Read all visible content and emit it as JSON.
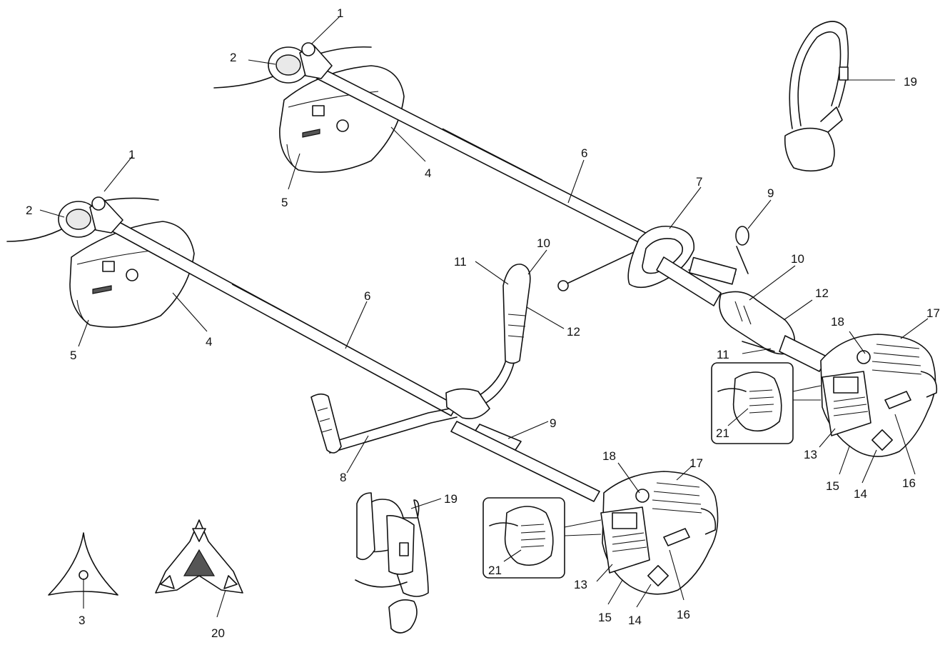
{
  "labels": [
    {
      "id": "t1",
      "text": "1"
    },
    {
      "id": "t2",
      "text": "2"
    },
    {
      "id": "t4",
      "text": "4"
    },
    {
      "id": "t5",
      "text": "5"
    },
    {
      "id": "t6",
      "text": "6"
    },
    {
      "id": "t7",
      "text": "7"
    },
    {
      "id": "t9",
      "text": "9"
    },
    {
      "id": "t10",
      "text": "10"
    },
    {
      "id": "t11",
      "text": "11"
    },
    {
      "id": "t12",
      "text": "12"
    },
    {
      "id": "t13",
      "text": "13"
    },
    {
      "id": "t14",
      "text": "14"
    },
    {
      "id": "t15",
      "text": "15"
    },
    {
      "id": "t16",
      "text": "16"
    },
    {
      "id": "t17",
      "text": "17"
    },
    {
      "id": "t18",
      "text": "18"
    },
    {
      "id": "t19",
      "text": "19"
    },
    {
      "id": "t21",
      "text": "21"
    },
    {
      "id": "b1",
      "text": "1"
    },
    {
      "id": "b2",
      "text": "2"
    },
    {
      "id": "b3",
      "text": "3"
    },
    {
      "id": "b4",
      "text": "4"
    },
    {
      "id": "b5",
      "text": "5"
    },
    {
      "id": "b6",
      "text": "6"
    },
    {
      "id": "b8",
      "text": "8"
    },
    {
      "id": "b9",
      "text": "9"
    },
    {
      "id": "b10",
      "text": "10"
    },
    {
      "id": "b11",
      "text": "11"
    },
    {
      "id": "b12",
      "text": "12"
    },
    {
      "id": "b13",
      "text": "13"
    },
    {
      "id": "b14",
      "text": "14"
    },
    {
      "id": "b15",
      "text": "15"
    },
    {
      "id": "b16",
      "text": "16"
    },
    {
      "id": "b17",
      "text": "17"
    },
    {
      "id": "b18",
      "text": "18"
    },
    {
      "id": "b19",
      "text": "19"
    },
    {
      "id": "b20",
      "text": "20"
    },
    {
      "id": "b21",
      "text": "21"
    }
  ]
}
